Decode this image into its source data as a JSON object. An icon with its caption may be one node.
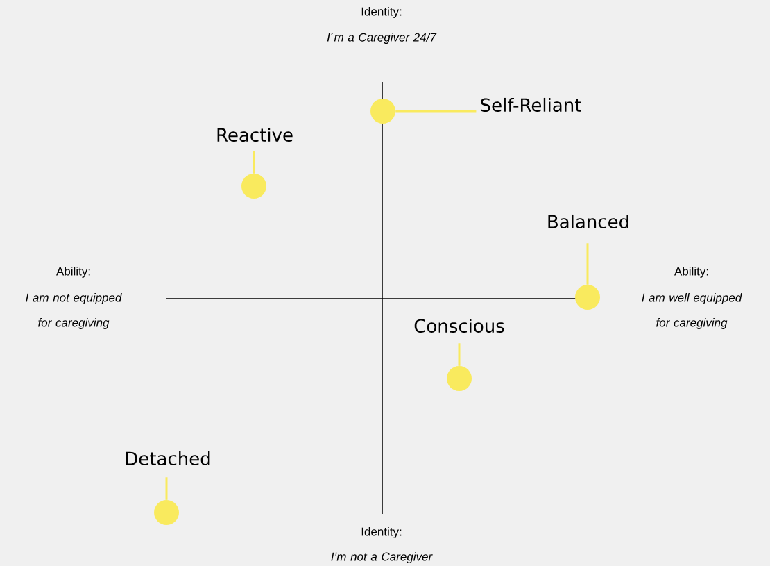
{
  "diagram": {
    "nodes": [
      {
        "text": [
          "Self-Reliant"
        ]
      },
      {
        "text": [
          "Reactive"
        ]
      },
      {
        "text": [
          "Balanced"
        ]
      },
      {
        "text": [
          "Conscious"
        ]
      },
      {
        "text": [
          "Detached"
        ]
      },
      {
        "text": [],
        "shape": "circle"
      },
      {
        "text": [],
        "shape": "circle"
      },
      {
        "text": [],
        "shape": "circle"
      },
      {
        "text": [],
        "shape": "circle"
      },
      {
        "text": [],
        "shape": "circle"
      }
    ],
    "edges": [
      {
        "from": 0,
        "to": 5,
        "arrow": "none"
      },
      {
        "from": 1,
        "to": 6,
        "arrow": "none"
      },
      {
        "from": 2,
        "to": 7,
        "arrow": "none"
      },
      {
        "from": 3,
        "to": 8,
        "arrow": "none"
      },
      {
        "from": 4,
        "to": 9,
        "arrow": "none"
      }
    ],
    "labels": [
      "Identity:",
      "I´m a Caregiver 24/7",
      "Ability:",
      "I am not equipped for caregiving",
      "Ability:",
      "I am well equipped for caregiving",
      "Identity:",
      "I’m not a Caregiver"
    ]
  }
}
